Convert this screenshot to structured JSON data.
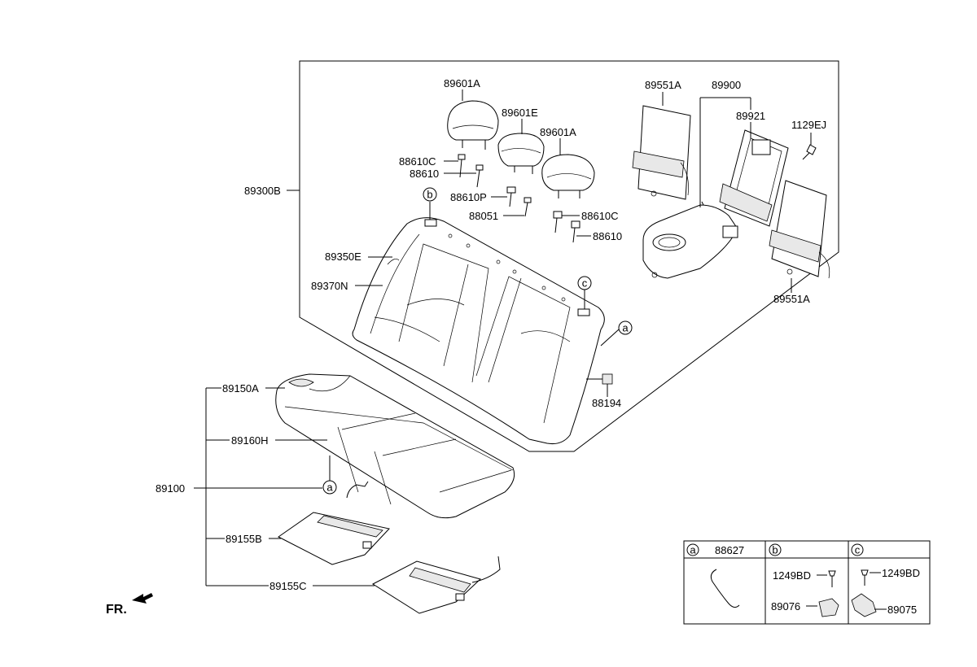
{
  "callouts": {
    "p89601A_1": "89601A",
    "p89601E": "89601E",
    "p89601A_2": "89601A",
    "p88610C_1": "88610C",
    "p88610_1": "88610",
    "p88610P": "88610P",
    "p88051": "88051",
    "p88610C_2": "88610C",
    "p88610_2": "88610",
    "p89551A_1": "89551A",
    "p89900": "89900",
    "p89921": "89921",
    "p1129EJ": "1129EJ",
    "p89551A_2": "89551A",
    "p89300B": "89300B",
    "p89350E": "89350E",
    "p89370N": "89370N",
    "p88194": "88194",
    "p89150A": "89150A",
    "p89160H": "89160H",
    "p89100": "89100",
    "p89155B": "89155B",
    "p89155C": "89155C"
  },
  "markers": {
    "a": "a",
    "b": "b",
    "c": "c"
  },
  "direction_label": "FR.",
  "legend": {
    "cells": [
      {
        "marker": "a",
        "parts": [
          "88627"
        ]
      },
      {
        "marker": "b",
        "parts": [
          "1249BD",
          "89076"
        ]
      },
      {
        "marker": "c",
        "parts": [
          "1249BD",
          "89075"
        ]
      }
    ]
  }
}
